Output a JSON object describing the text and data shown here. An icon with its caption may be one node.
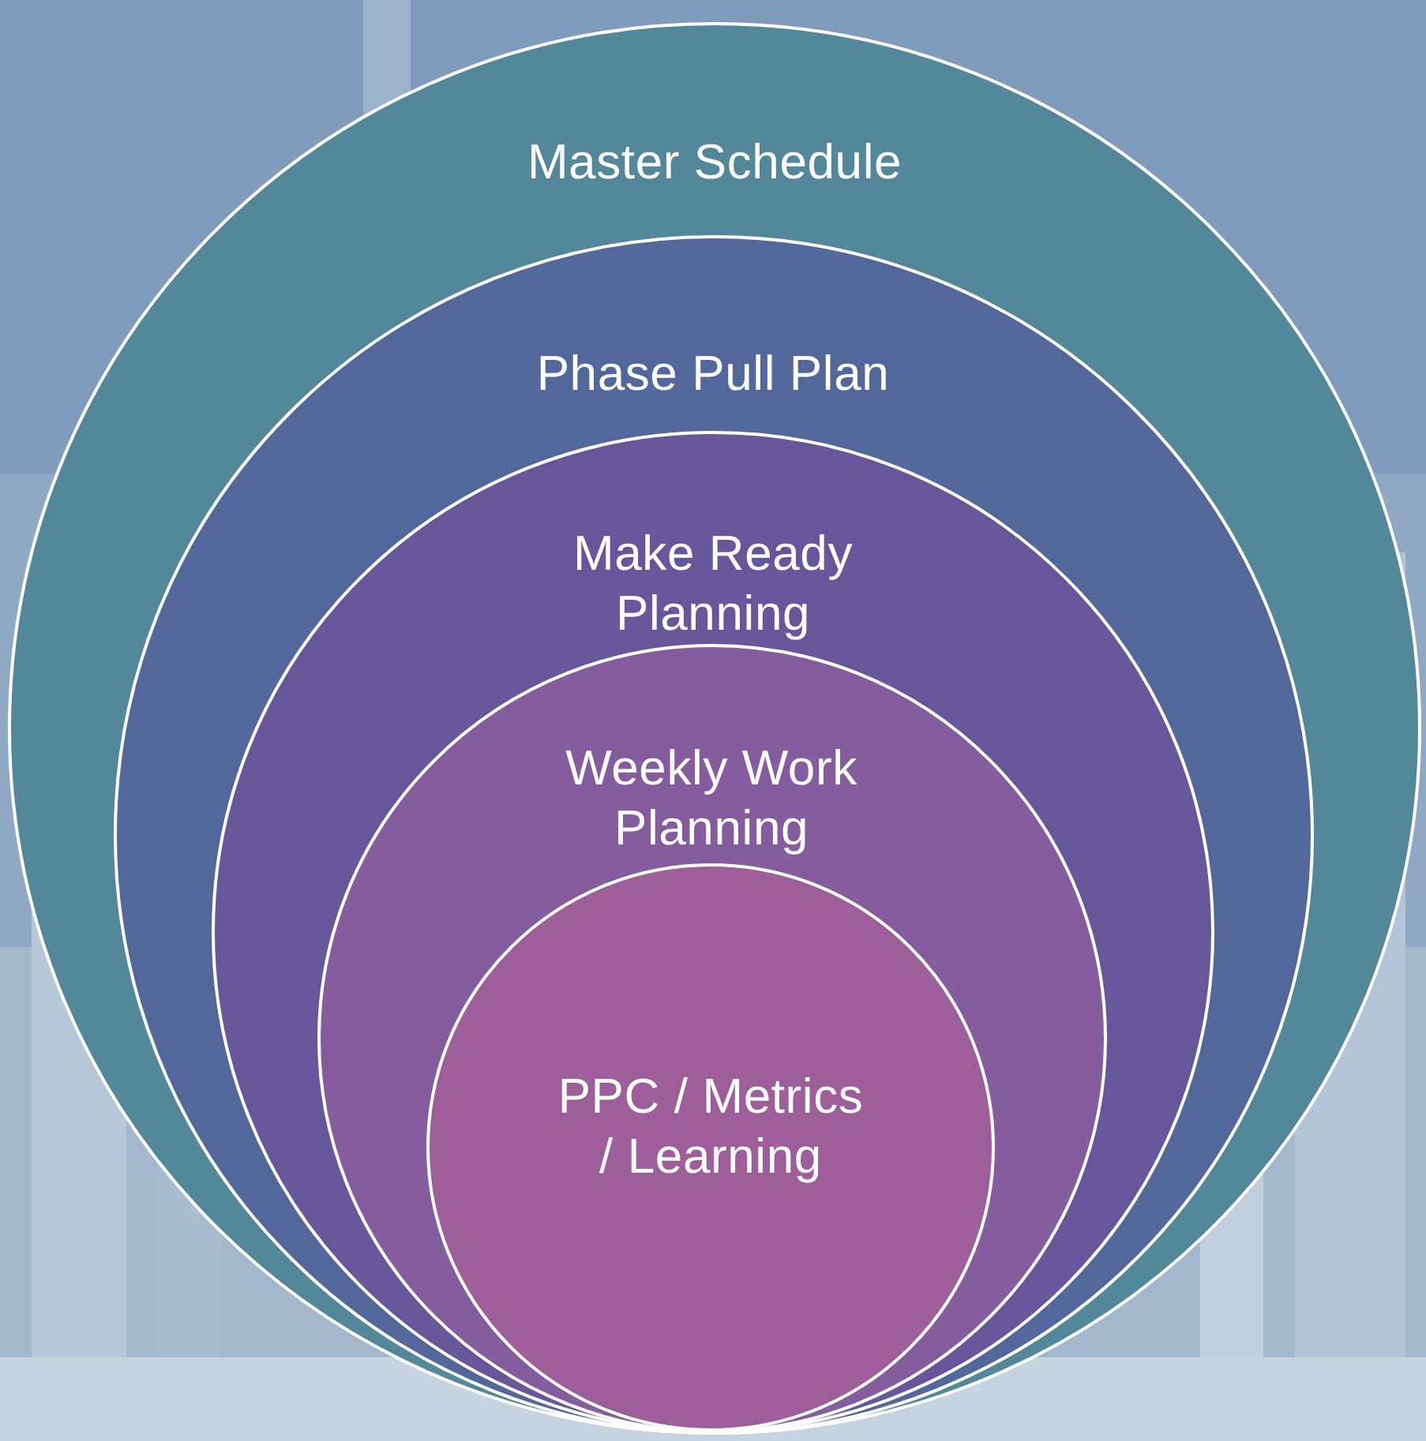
{
  "diagram": {
    "nodes": [
      {
        "text": [
          "Master Schedule"
        ]
      },
      {
        "text": [
          "Phase Pull Plan"
        ],
        "in": 0
      },
      {
        "text": [
          "Make Ready Planning"
        ],
        "in": 1
      },
      {
        "text": [
          "Weekly Work Planning"
        ],
        "in": 2
      },
      {
        "text": [
          "PPC / Metrics / Learning"
        ],
        "in": 3
      }
    ]
  }
}
